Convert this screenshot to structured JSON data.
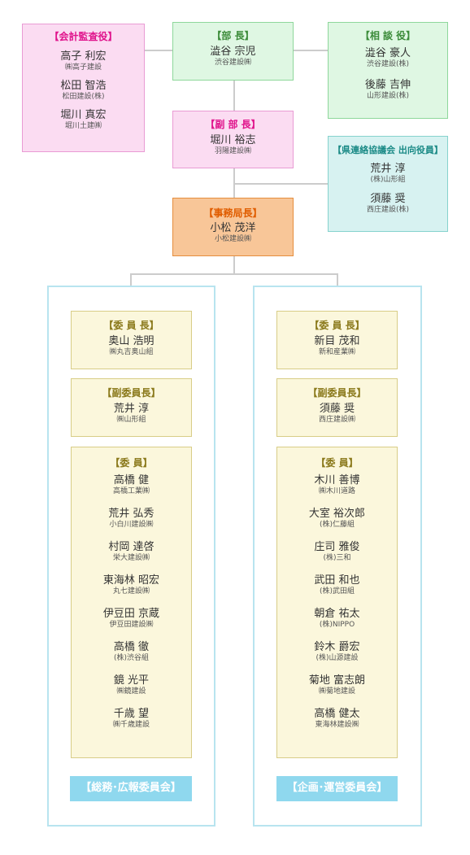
{
  "auditor": {
    "title": "【会計監査役】",
    "members": [
      {
        "name": "高子 利宏",
        "company": "㈱高子建設"
      },
      {
        "name": "松田 智浩",
        "company": "松田建設(株)"
      },
      {
        "name": "堀川 真宏",
        "company": "堀川土建㈱"
      }
    ]
  },
  "president": {
    "title": "【部 長】",
    "name": "澁谷 宗児",
    "company": "渋谷建設㈱"
  },
  "advisor": {
    "title": "【相 談 役】",
    "members": [
      {
        "name": "澁谷 豪人",
        "company": "渋谷建設(株)"
      },
      {
        "name": "後藤 吉伸",
        "company": "山形建設(株)"
      }
    ]
  },
  "vice_president": {
    "title": "【副 部 長】",
    "name": "堀川 裕志",
    "company": "羽陽建設㈱"
  },
  "prefecture": {
    "title": "【県連絡協議会 出向役員】",
    "members": [
      {
        "name": "荒井 淳",
        "company": "(株)山形組"
      },
      {
        "name": "須藤 奨",
        "company": "西庄建設(株)"
      }
    ]
  },
  "secretary": {
    "title": "【事務局長】",
    "name": "小松 茂洋",
    "company": "小松建設㈱"
  },
  "committees": [
    {
      "chair": {
        "title": "【委 員 長】",
        "name": "奥山 浩明",
        "company": "㈱丸吉奥山組"
      },
      "vice": {
        "title": "【副委員長】",
        "name": "荒井 淳",
        "company": "㈱山形組"
      },
      "members_title": "【委 員】",
      "members": [
        {
          "name": "高橋 健",
          "company": "高橋工業㈱"
        },
        {
          "name": "荒井 弘秀",
          "company": "小白川建設㈱"
        },
        {
          "name": "村岡 達啓",
          "company": "栄大建設㈱"
        },
        {
          "name": "東海林 昭宏",
          "company": "丸七建設㈱"
        },
        {
          "name": "伊豆田 京蔵",
          "company": "伊豆田建設㈱"
        },
        {
          "name": "高橋 徹",
          "company": "(株)渋谷組"
        },
        {
          "name": "鏡 光平",
          "company": "㈱鏡建設"
        },
        {
          "name": "千歳 望",
          "company": "㈱千歳建設"
        }
      ],
      "label": "【総務･広報委員会】"
    },
    {
      "chair": {
        "title": "【委 員 長】",
        "name": "新目 茂和",
        "company": "新和産業㈱"
      },
      "vice": {
        "title": "【副委員長】",
        "name": "須藤 奨",
        "company": "西庄建設㈱"
      },
      "members_title": "【委 員】",
      "members": [
        {
          "name": "木川 善博",
          "company": "㈱木川道路"
        },
        {
          "name": "大室 裕次郎",
          "company": "(株)仁藤組"
        },
        {
          "name": "庄司 雅俊",
          "company": "(株)三和"
        },
        {
          "name": "武田 和也",
          "company": "(株)武田組"
        },
        {
          "name": "朝倉 祐太",
          "company": "(株)NIPPO"
        },
        {
          "name": "鈴木 爵宏",
          "company": "(株)山源建設"
        },
        {
          "name": "菊地 富志朗",
          "company": "㈱菊地建設"
        },
        {
          "name": "高橋 健太",
          "company": "東海林建設㈱"
        }
      ],
      "label": "【企画･運営委員会】"
    }
  ]
}
